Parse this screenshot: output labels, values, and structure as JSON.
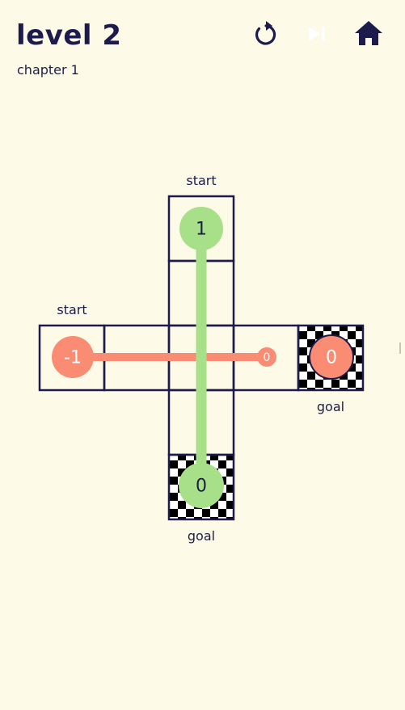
{
  "header": {
    "level_title": "level 2",
    "chapter": "chapter 1"
  },
  "toolbar": {
    "restart_icon": "restart-icon",
    "skip_icon": "skip-next-icon",
    "skip_enabled": false,
    "home_icon": "home-icon"
  },
  "colors": {
    "background": "#fefae8",
    "ink": "#1d1b4b",
    "green": "#a8e08a",
    "salmon": "#fa8c74",
    "disabled_icon": "#ffffff"
  },
  "labels": {
    "top_start": "start",
    "left_start": "start",
    "right_goal": "goal",
    "bottom_goal": "goal"
  },
  "tokens": {
    "green_start": "1",
    "green_goal": "0",
    "salmon_start": "-1",
    "salmon_end": "0",
    "salmon_goal": "0"
  }
}
